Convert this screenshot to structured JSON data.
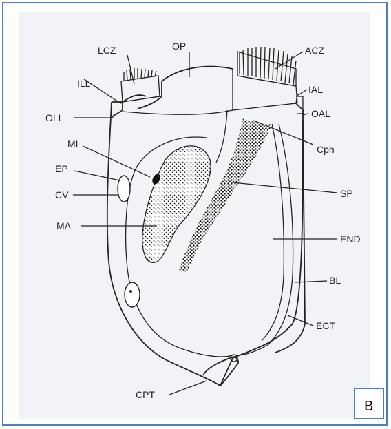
{
  "panel_letter": "B",
  "labels": {
    "lcz": "LCZ",
    "op": "OP",
    "acz": "ACZ",
    "ill": "ILL",
    "iai": "IAL",
    "oll": "OLL",
    "oal": "OAL",
    "mi": "MI",
    "cph": "Cph",
    "ep": "EP",
    "cv": "CV",
    "sp": "SP",
    "ma": "MA",
    "end": "END",
    "bl": "BL",
    "ect": "ECT",
    "cpt": "CPT"
  },
  "colors": {
    "frame_border": "#4a7fc0",
    "figure_background": "#f1f3f6",
    "ink": "#222222"
  }
}
